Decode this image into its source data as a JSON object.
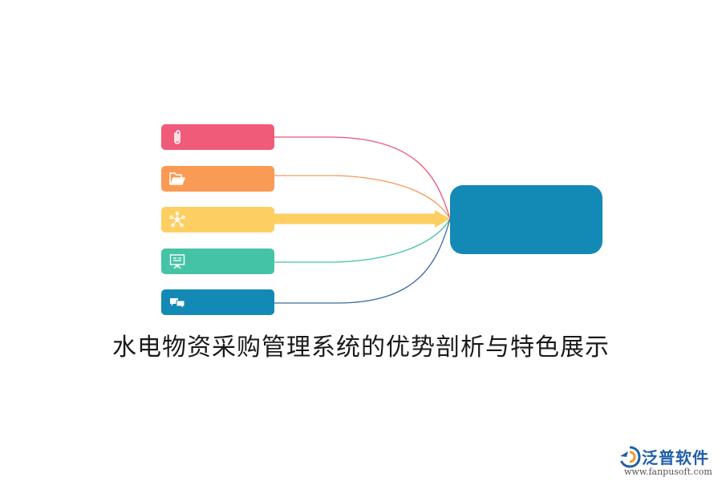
{
  "diagram": {
    "items": [
      {
        "icon": "paperclip-icon",
        "color": "#f15b7a"
      },
      {
        "icon": "folder-open-icon",
        "color": "#f99a55"
      },
      {
        "icon": "network-nodes-icon",
        "color": "#fdcf63"
      },
      {
        "icon": "presentation-board-icon",
        "color": "#45c3a6"
      },
      {
        "icon": "chat-bubbles-icon",
        "color": "#1389b5"
      }
    ],
    "connector_colors": [
      "#e8557a",
      "#f4985a",
      "#fdcf63",
      "#45c3a6",
      "#3a6aa0"
    ],
    "hub": {
      "color": "#1389b5"
    }
  },
  "title": "水电物资采购管理系统的优势剖析与特色展示",
  "logo": {
    "name": "泛普软件",
    "url": "www.fanpusoft.com",
    "color": "#1f5fa8"
  }
}
